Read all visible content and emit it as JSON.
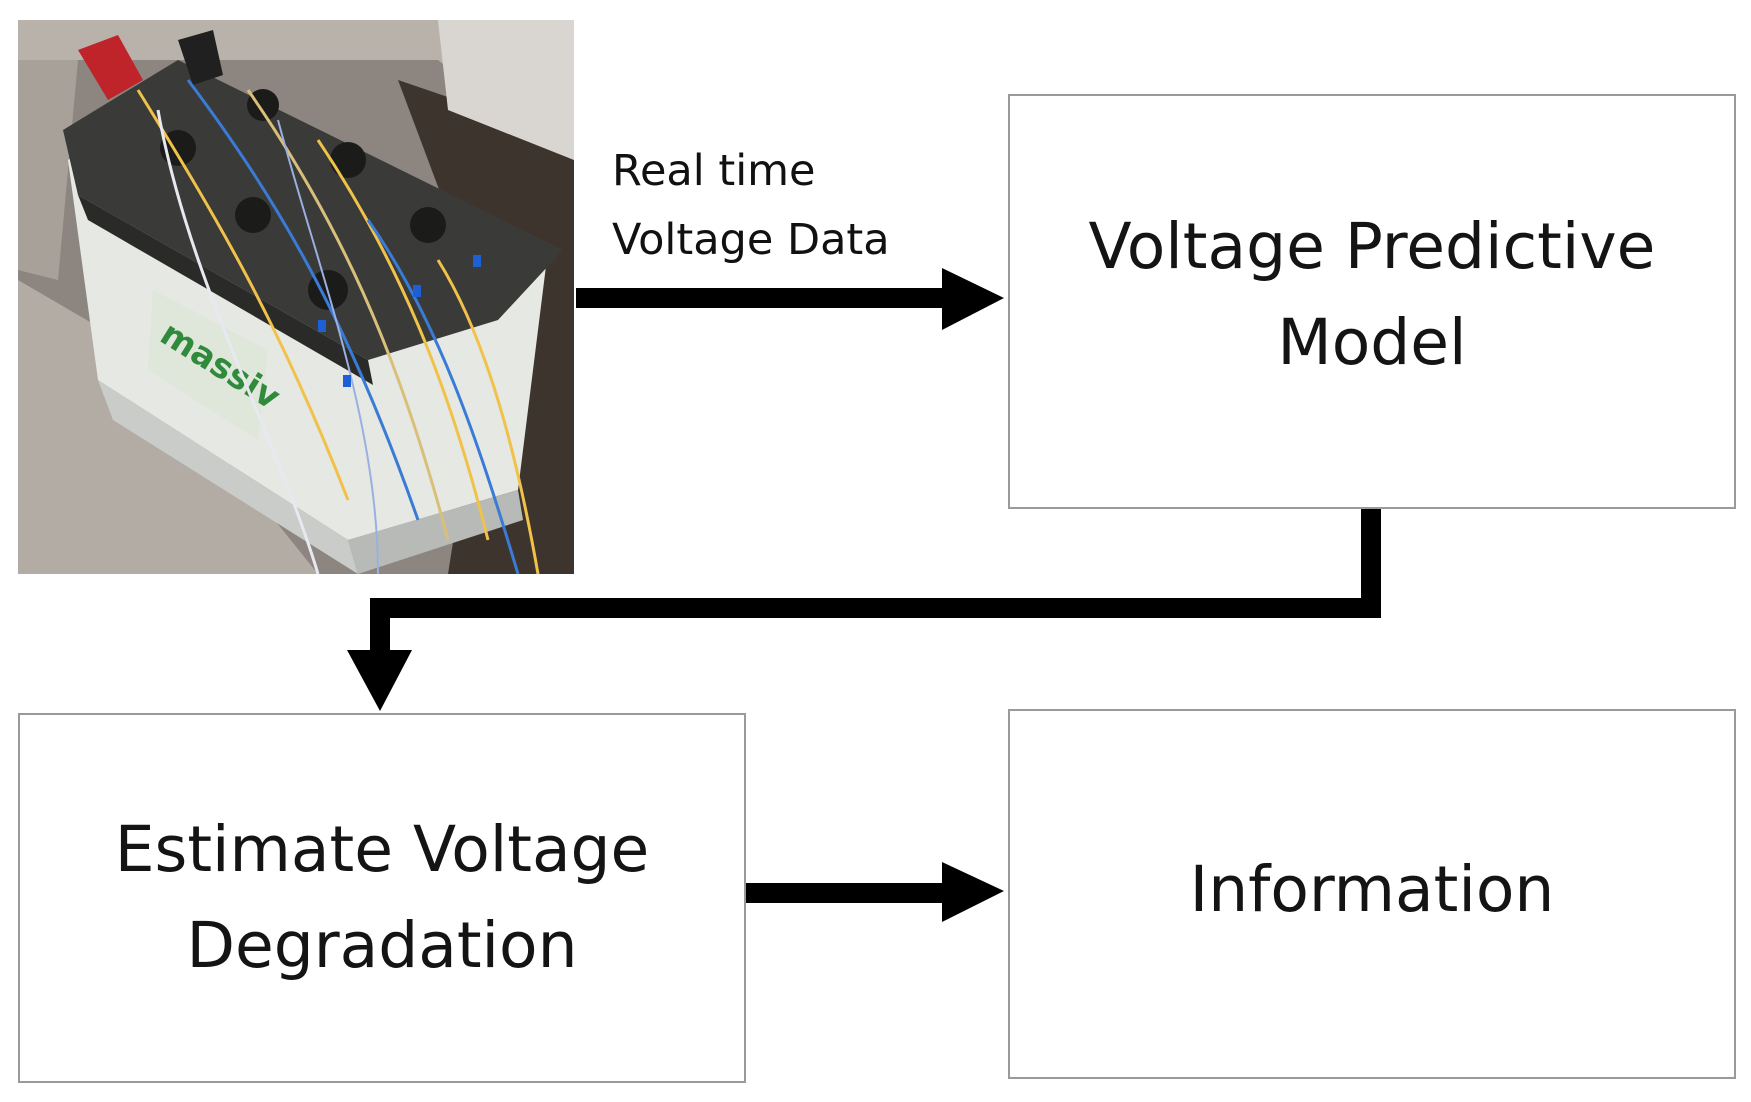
{
  "nodes": {
    "model_label": "Voltage Predictive\nModel",
    "estimate_label": "Estimate Voltage\nDegradation",
    "information_label": "Information"
  },
  "edges": {
    "data_label": "Real time\nVoltage Data"
  },
  "photo": {
    "subject": "car-battery-with-wires",
    "battery_label_color": "#2f8a3c"
  },
  "colors": {
    "arrow": "#000000",
    "box_border": "#9a9a9a",
    "text": "#141414"
  }
}
